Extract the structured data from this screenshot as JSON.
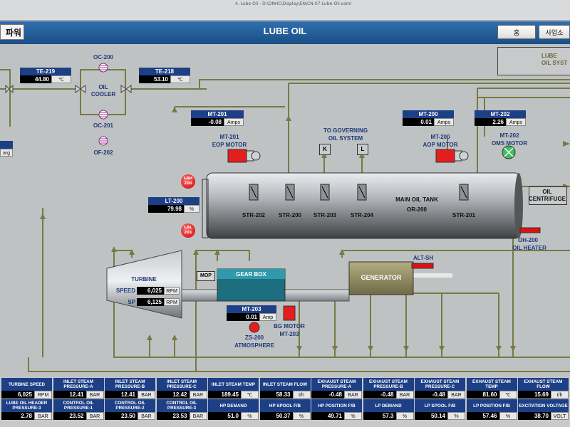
{
  "window": {
    "title": "4. Lube Oil - D:\\DNHC\\Display\\EN\\CN-07-Lube-Oil.xaml"
  },
  "header": {
    "left_label": "파워",
    "title": "LUBE OIL",
    "home_button": "홈",
    "business_button": "사업소"
  },
  "legend": {
    "label_line1": "LUBE",
    "label_line2": "OIL SYST"
  },
  "coolers": {
    "oc200": "OC-200",
    "oc201": "OC-201",
    "oil_cooler_line1": "OIL",
    "oil_cooler_line2": "COOLER",
    "of202": "OF-202"
  },
  "te219": {
    "tag": "TE-219",
    "value": "44.80",
    "unit": "℃"
  },
  "te218": {
    "tag": "TE-218",
    "value": "53.10",
    "unit": "℃"
  },
  "left_partial": {
    "unit": "arg"
  },
  "mt201": {
    "tag": "MT-201",
    "value": "-0.08",
    "unit": "Amps",
    "name_line1": "MT-201",
    "name_line2": "EOP MOTOR"
  },
  "mt200": {
    "tag": "MT-200",
    "value": "0.01",
    "unit": "Amps",
    "name_line1": "MT-200",
    "name_line2": "AOP MOTOR"
  },
  "mt202": {
    "tag": "MT-202",
    "value": "2.26",
    "unit": "Amps",
    "name_line1": "MT-202",
    "name_line2": "OMS MOTOR"
  },
  "governing": {
    "line1": "TO GOVERNING",
    "line2": "OIL SYSTEM",
    "k": "K",
    "l": "L"
  },
  "tank": {
    "name_line1": "MAIN OIL TANK",
    "name_line2": "OR-200",
    "str202": "STR-202",
    "str200": "STR-200",
    "str203": "STR-203",
    "str204": "STR-204",
    "str201": "STR-201",
    "centrifuge_line1": "OIL",
    "centrifuge_line2": "CENTRIFUGE",
    "heater_line1": "OH-200",
    "heater_line2": "OIL HEATER"
  },
  "lah": {
    "line1": "LAH",
    "line2": "200"
  },
  "lal": {
    "line1": "LAL",
    "line2": "201"
  },
  "lt200": {
    "tag": "LT-200",
    "value": "79.98",
    "unit": "%"
  },
  "turbine": {
    "name": "TURBINE",
    "speed_label": "SPEED",
    "speed_value": "6,025",
    "speed_unit": "RPM",
    "sp_label": "SP",
    "sp_value": "6,125",
    "sp_unit": "RPM"
  },
  "mop": "MOP",
  "gearbox": "GEAR BOX",
  "generator": "GENERATOR",
  "altsh": "ALT-SH",
  "mt203": {
    "tag": "MT-203",
    "value": "0.01",
    "unit": "Amp",
    "name_line1": "BG MOTOR",
    "name_line2": "MT-203"
  },
  "zs200": {
    "line1": "ZS-200",
    "line2": "ATMOSPHERE"
  },
  "bottom_row1": [
    {
      "label": "TURBINE SPEED",
      "value": "6,025",
      "unit": "RPM"
    },
    {
      "label": "INLET STEAM PRESSURE-A",
      "value": "12.41",
      "unit": "BAR"
    },
    {
      "label": "INLET STEAM PRESSURE-B",
      "value": "12.41",
      "unit": "BAR"
    },
    {
      "label": "INLET STEAM PRESSURE-C",
      "value": "12.42",
      "unit": "BAR"
    },
    {
      "label": "INLET STEAM TEMP",
      "value": "189.45",
      "unit": "℃"
    },
    {
      "label": "INLET STEAM FLOW",
      "value": "58.33",
      "unit": "t/h"
    },
    {
      "label": "EXHAUST STEAM PRESSURE-A",
      "value": "-0.48",
      "unit": "BAR"
    },
    {
      "label": "EXHAUST STEAM PRESSURE-B",
      "value": "-0.48",
      "unit": "BAR"
    },
    {
      "label": "EXHAUST STEAM PRESSURE-C",
      "value": "-0.48",
      "unit": "BAR"
    },
    {
      "label": "EXHAUST STEAM TEMP",
      "value": "81.60",
      "unit": "℃"
    },
    {
      "label": "EXHAUST STEAM FLOW",
      "value": "15.69",
      "unit": "t/h"
    }
  ],
  "bottom_row2": [
    {
      "label": "LUBE OIL HEADER PRESSURE-3",
      "value": "2.78",
      "unit": "BAR"
    },
    {
      "label": "CONTROL OIL PRESSURE-1",
      "value": "23.52",
      "unit": "BAR"
    },
    {
      "label": "CONTROL OIL PRESSURE-2",
      "value": "23.50",
      "unit": "BAR"
    },
    {
      "label": "CONTROL OIL PRESSURE-3",
      "value": "23.53",
      "unit": "BAR"
    },
    {
      "label": "HP DEMAND",
      "value": "51.0",
      "unit": "%"
    },
    {
      "label": "HP SPOOL F/B",
      "value": "50.37",
      "unit": "%"
    },
    {
      "label": "HP POSITION F/B",
      "value": "49.71",
      "unit": "%"
    },
    {
      "label": "LP DEMAND",
      "value": "57.3",
      "unit": "%"
    },
    {
      "label": "LP SPOOL F/B",
      "value": "50.14",
      "unit": "%"
    },
    {
      "label": "LP POSITION F/B",
      "value": "57.46",
      "unit": "%"
    },
    {
      "label": "EXCITATION VOLTAGE",
      "value": "38.70",
      "unit": "VOLT"
    }
  ]
}
